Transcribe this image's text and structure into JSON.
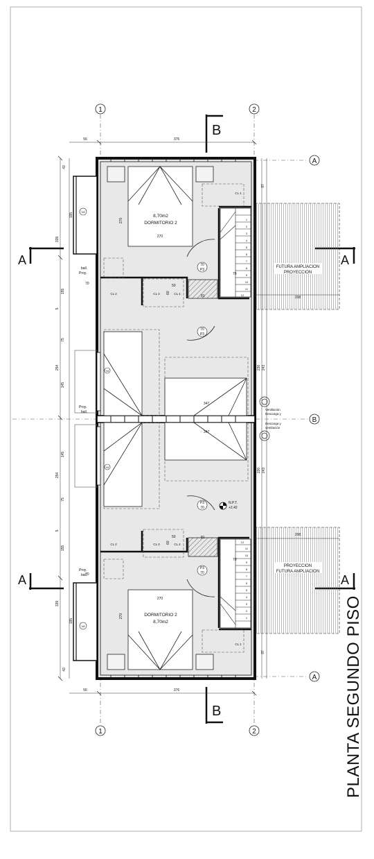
{
  "title": "PLANTA SEGUNDO PISO",
  "axes": {
    "axis_1": "1",
    "axis_2": "2",
    "axis_a": "A",
    "axis_b": "B"
  },
  "section_labels": {
    "a": "A",
    "b": "B"
  },
  "rooms": {
    "dorm_top_area": "8,70m2",
    "dorm_top_name": "DORMITORIO 2",
    "dorm_bottom_area": "8,70m2",
    "dorm_bottom_name": "DORMITORIO 2",
    "future_top_1": "FUTURA AMPLIACION",
    "future_top_2": "PROYECCION",
    "future_bottom_1": "PROYECCION",
    "future_bottom_2": "FUTURA AMPLIACION",
    "cl1": "CL 1",
    "cl2": "CL 2",
    "cl3": "CL 3",
    "cl4": "CL 4"
  },
  "notes": {
    "proy_ball": "Proy.",
    "ball": "ball.",
    "vent1": "Ventilación",
    "vent2": "Descarga y",
    "vent3": "Descarga y",
    "vent4": "ventilación",
    "npt": "N.P.T.",
    "npt_value": "+2.42",
    "door_p3": "P3",
    "door_70": "70",
    "window_v8": "V8",
    "window_v6": "V6"
  },
  "dims": {
    "d56": "56",
    "d376": "376",
    "d43": "43",
    "d195": "195",
    "d339": "339",
    "d155": "155",
    "d75": "75",
    "d254": "254",
    "d145": "145",
    "d270": "270",
    "d347": "347",
    "d208": "208",
    "d97": "97",
    "d230": "230",
    "d243": "243",
    "d50": "50",
    "d60": "60",
    "d81": "81",
    "d70": "70",
    "d5": "5"
  },
  "stair_steps": [
    "1",
    "2",
    "3",
    "4",
    "5",
    "6",
    "7",
    "8",
    "9",
    "10",
    "11",
    "12"
  ]
}
